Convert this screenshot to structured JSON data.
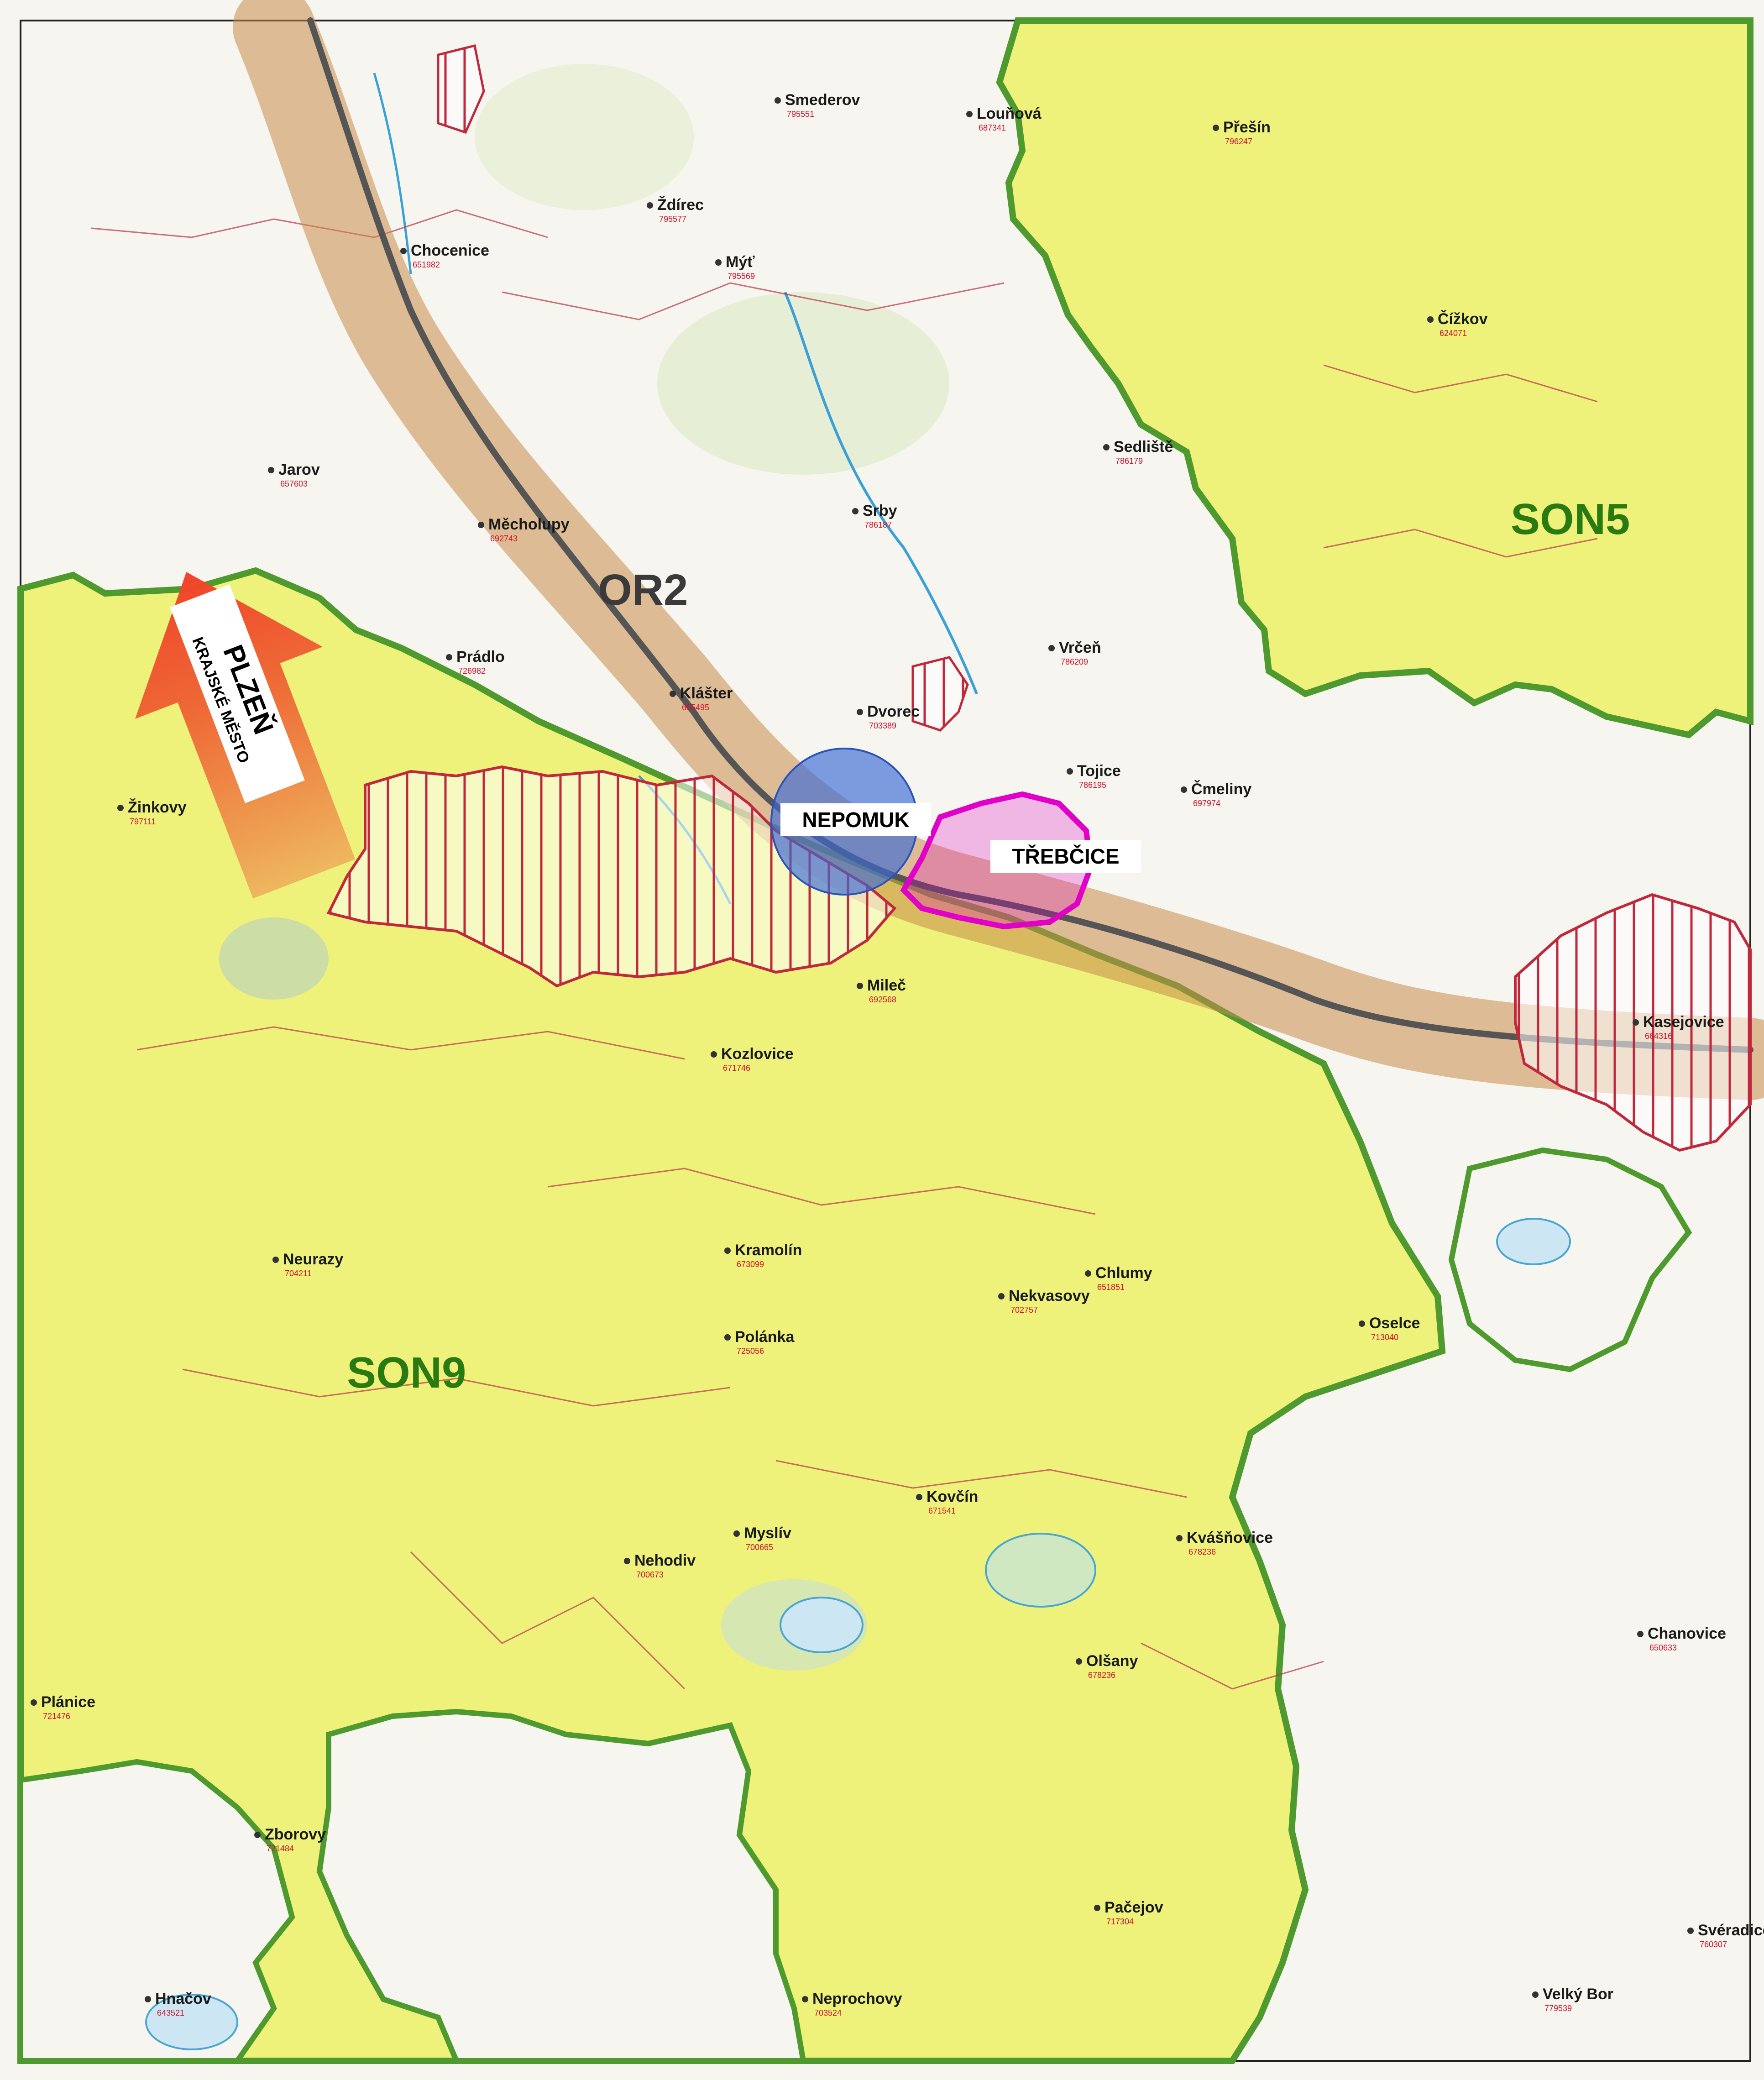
{
  "colors": {
    "son_fill": "#eef27a",
    "son_border": "#4f9a2e",
    "background": "#f7f6f2",
    "corridor": "#c98a4a",
    "highway": "#555555",
    "hatch": "#c0283c",
    "highlight_blue": "#3b6ad6",
    "highlight_magenta": "#e000c8",
    "arrow": "#ee5a2e"
  },
  "labels": {
    "son5": "SON5",
    "son9": "SON9",
    "or2": "OR2",
    "nepomuk": "NEPOMUK",
    "trebcice": "TŘEBČICE",
    "plzen_title": "PLZEŇ",
    "plzen_sub": "KRAJSKÉ MĚSTO"
  },
  "towns": [
    {
      "id": "chocenice",
      "name": "Chocenice",
      "code": "651982"
    },
    {
      "id": "jarov",
      "name": "Jarov",
      "code": "657603"
    },
    {
      "id": "mecholupy",
      "name": "Měcholupy",
      "code": "692743"
    },
    {
      "id": "pradlo",
      "name": "Prádlo",
      "code": "726982"
    },
    {
      "id": "zinkovy",
      "name": "Žinkovy",
      "code": "797111"
    },
    {
      "id": "srby",
      "name": "Srby",
      "code": "786187"
    },
    {
      "id": "vrcen",
      "name": "Vrčeň",
      "code": "786209"
    },
    {
      "id": "dvorec",
      "name": "Dvorec",
      "code": "703389"
    },
    {
      "id": "tojice",
      "name": "Tojice",
      "code": "786195"
    },
    {
      "id": "cmeliny",
      "name": "Čmeliny",
      "code": "697974"
    },
    {
      "id": "klaster",
      "name": "Klášter",
      "code": "665495"
    },
    {
      "id": "sedliste",
      "name": "Sedliště",
      "code": "786179"
    },
    {
      "id": "cizkov",
      "name": "Čížkov",
      "code": "624071"
    },
    {
      "id": "presin",
      "name": "Přešín",
      "code": "796247"
    },
    {
      "id": "zdirec",
      "name": "Ždírec",
      "code": "795577"
    },
    {
      "id": "myt",
      "name": "Mýť",
      "code": "795569"
    },
    {
      "id": "smederov",
      "name": "Smederov",
      "code": "795551"
    },
    {
      "id": "lounova",
      "name": "Louňová",
      "code": "687341"
    },
    {
      "id": "milec",
      "name": "Mileč",
      "code": "692568"
    },
    {
      "id": "kozlovice",
      "name": "Kozlovice",
      "code": "671746"
    },
    {
      "id": "kasejovice",
      "name": "Kasejovice",
      "code": "664316"
    },
    {
      "id": "neurazy",
      "name": "Neurazy",
      "code": "704211"
    },
    {
      "id": "kramolin",
      "name": "Kramolín",
      "code": "673099"
    },
    {
      "id": "chlumy",
      "name": "Chlumy",
      "code": "651851"
    },
    {
      "id": "nekvasovy",
      "name": "Nekvasovy",
      "code": "702757"
    },
    {
      "id": "polanka",
      "name": "Polánka",
      "code": "725056"
    },
    {
      "id": "oselce",
      "name": "Oselce",
      "code": "713040"
    },
    {
      "id": "myslív",
      "name": "Myslív",
      "code": "700665"
    },
    {
      "id": "kovcin",
      "name": "Kovčín",
      "code": "671541"
    },
    {
      "id": "nehodiv",
      "name": "Nehodiv",
      "code": "700673"
    },
    {
      "id": "olsany",
      "name": "Olšany",
      "code": "678236"
    },
    {
      "id": "planice",
      "name": "Plánice",
      "code": "721476"
    },
    {
      "id": "zborovy",
      "name": "Zborovy",
      "code": "721484"
    },
    {
      "id": "pacejov",
      "name": "Pačejov",
      "code": "717304"
    },
    {
      "id": "kvasnovice",
      "name": "Kvášňovice",
      "code": "678236"
    },
    {
      "id": "chanovice",
      "name": "Chanovice",
      "code": "650633"
    },
    {
      "id": "velky_bor",
      "name": "Velký Bor",
      "code": "779539"
    },
    {
      "id": "svéradice",
      "name": "Svéradice",
      "code": "760307"
    },
    {
      "id": "hnacov",
      "name": "Hnačov",
      "code": "643521"
    },
    {
      "id": "neprochovy",
      "name": "Neprochovy",
      "code": "703524"
    }
  ]
}
